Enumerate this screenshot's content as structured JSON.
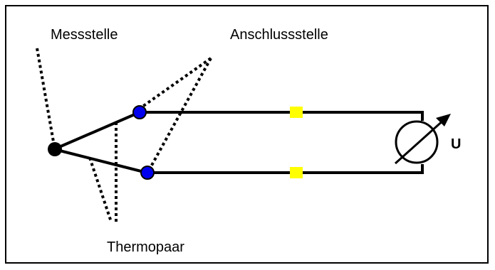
{
  "labels": {
    "measuring_point": "Messstelle",
    "connection_point": "Anschlussstelle",
    "thermocouple": "Thermopaar",
    "voltage": "U"
  },
  "icons": {
    "measuring_junction": "black-dot",
    "connection_terminals": "blue-dot",
    "contacts": "yellow-square",
    "voltmeter": "voltmeter-symbol"
  },
  "colors": {
    "line": "#000000",
    "measuring_junction": "#000000",
    "connection_terminal": "#0000ee",
    "contact": "#ffff00",
    "background": "#ffffff"
  }
}
